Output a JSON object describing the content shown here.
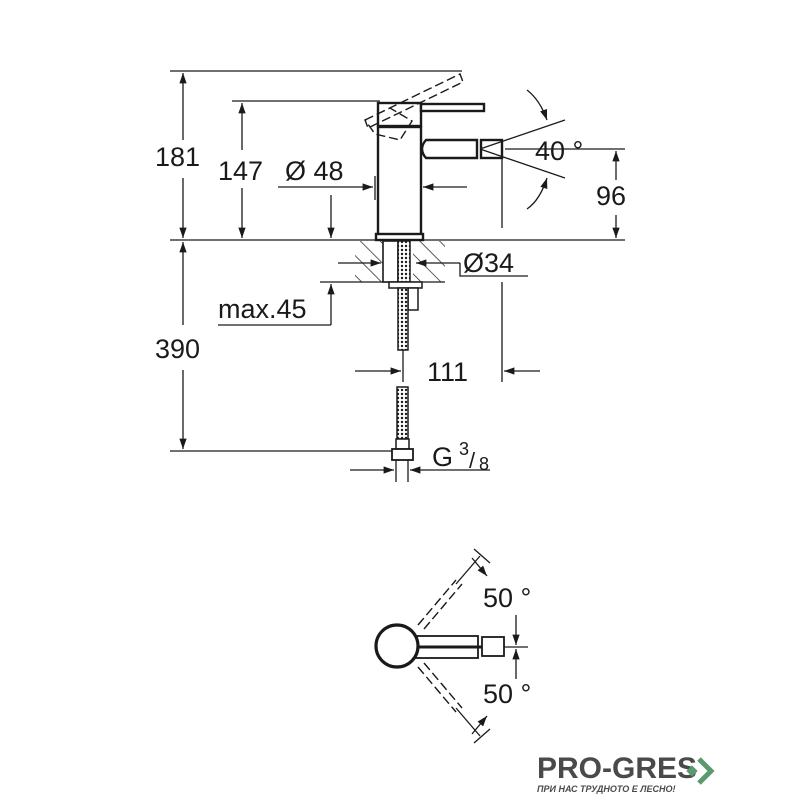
{
  "drawing": {
    "side_view": {
      "height_total": "181",
      "height_spout_top": "147",
      "body_diameter": "Ø 48",
      "spray_angle": "40 °",
      "spout_height": "96",
      "hole_diameter": "Ø34",
      "deck_thickness": "max.45",
      "supply_length": "390",
      "projection": "111",
      "connection_thread": "G",
      "connection_num": "3",
      "connection_den": "8"
    },
    "top_view": {
      "angle_upper": "50 °",
      "angle_lower": "50 °"
    }
  },
  "logo": {
    "name": "PRO-GRES",
    "tagline": "ПРИ НАС ТРУДНОТО Е ЛЕСНО!",
    "accent_color": "#5a9a6e"
  }
}
